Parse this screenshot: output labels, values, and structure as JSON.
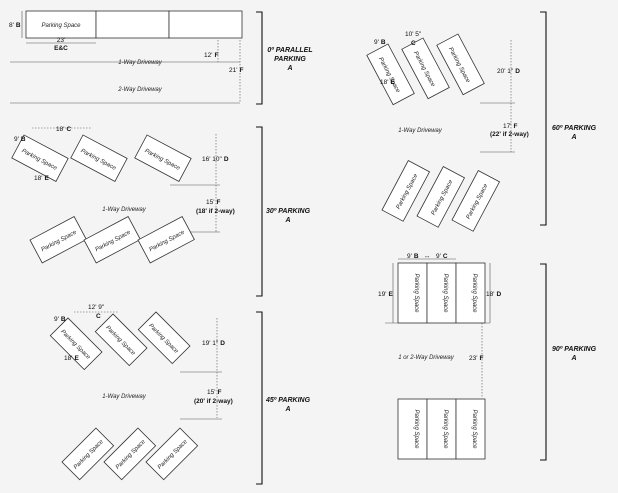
{
  "labels": {
    "parking_space": "Parking Space",
    "one_way": "1-Way Driveway",
    "two_way": "2-Way Driveway",
    "one_or_two_way": "1 or 2-Way Driveway"
  },
  "parallel": {
    "title_1": "0º PARALLEL",
    "title_2": "PARKING",
    "title_3": "A",
    "b_value": "8'",
    "b_letter": "B",
    "ec_value": "23'",
    "ec_letter": "E&C",
    "f_value": "12'",
    "f_letter": "F",
    "f2_value": "21'",
    "f2_letter": "F"
  },
  "p30": {
    "title_1": "30º PARKING",
    "title_2": "A",
    "b_value": "9'",
    "b_letter": "B",
    "c_value": "18'",
    "c_letter": "C",
    "e_value": "18'",
    "e_letter": "E",
    "d_value": "16' 10\"",
    "d_letter": "D",
    "f_value": "15'",
    "f_letter": "F",
    "f_note": "(18' if 2-way)"
  },
  "p45": {
    "title_1": "45º PARKING",
    "title_2": "A",
    "b_value": "9'",
    "b_letter": "B",
    "c_value": "12' 9\"",
    "c_letter": "C",
    "e_value": "18'",
    "e_letter": "E",
    "d_value": "19' 1\"",
    "d_letter": "D",
    "f_value": "15'",
    "f_letter": "F",
    "f_note": "(20' if 2-way)"
  },
  "p60": {
    "title_1": "60º PARKING",
    "title_2": "A",
    "b_value": "9'",
    "b_letter": "B",
    "c_value": "10' 5\"",
    "c_letter": "C",
    "e_value": "18'",
    "e_letter": "E",
    "d_value": "20' 1\"",
    "d_letter": "D",
    "f_value": "17'",
    "f_letter": "F",
    "f_note": "(22' if 2-way)"
  },
  "p90": {
    "title_1": "90º PARKING",
    "title_2": "A",
    "b_value": "9'",
    "b_letter": "B",
    "c_value": "9'",
    "c_letter": "C",
    "e_value": "19'",
    "e_letter": "E",
    "d_value": "18'",
    "d_letter": "D",
    "f_value": "23'",
    "f_letter": "F"
  }
}
